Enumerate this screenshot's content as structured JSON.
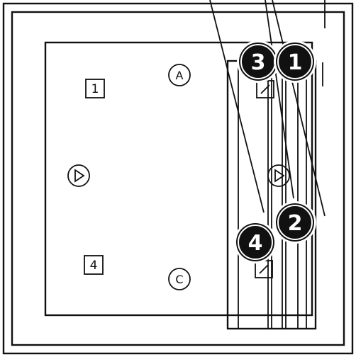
{
  "labels": {
    "square_1": "1",
    "square_4": "4",
    "circle_a": "A",
    "circle_c": "C"
  },
  "callouts": [
    "3",
    "1",
    "2",
    "4"
  ],
  "colors": {
    "stroke": "#111111",
    "callout_fill": "#111111",
    "callout_text": "#ffffff",
    "background": "#ffffff"
  }
}
